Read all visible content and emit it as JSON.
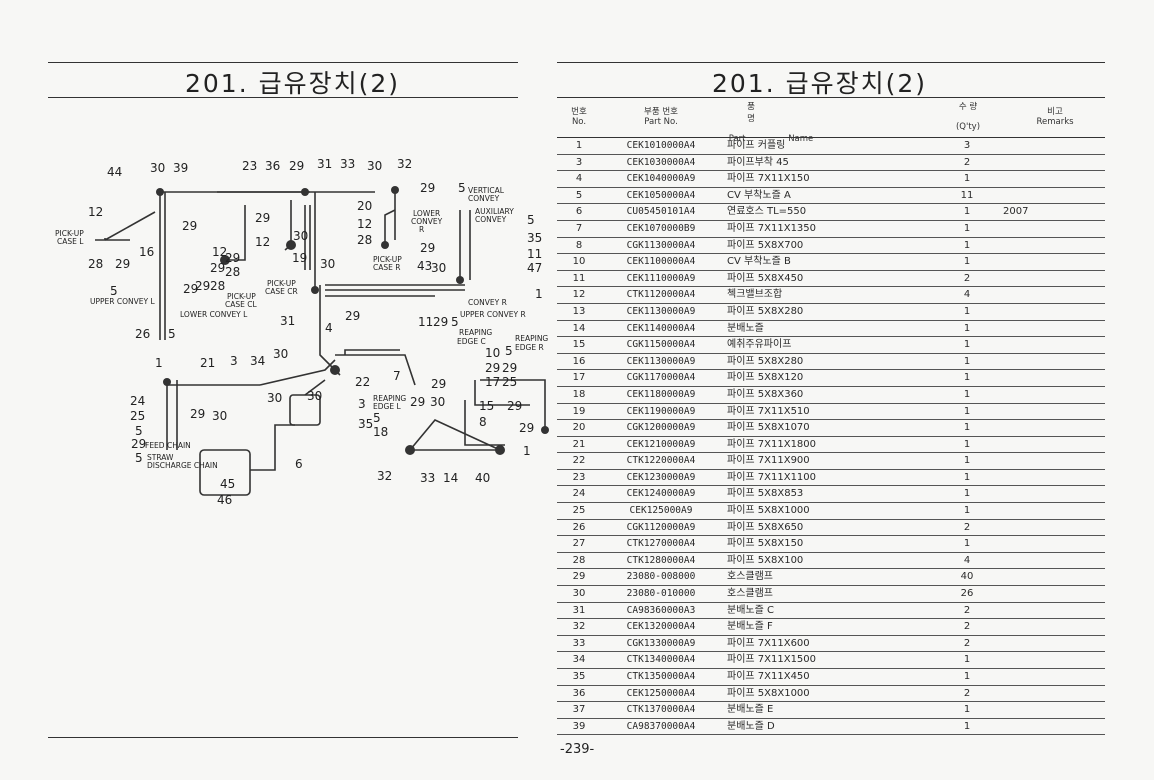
{
  "left_title": "201. 급유장치(2)",
  "right_title": "201. 급유장치(2)",
  "headers": {
    "no_kr": "번호",
    "no_en": "No.",
    "part_kr": "부품 번호",
    "part_en": "Part No.",
    "name_kr": "품 명",
    "name_en": "Part Name",
    "qty_kr": "수 량",
    "qty_en": "(Q'ty)",
    "rem_kr": "비고",
    "rem_en": "Remarks"
  },
  "parts": [
    {
      "no": "1",
      "pn": "CEK1010000A4",
      "name": "파이프 커플링",
      "qty": "3",
      "rem": ""
    },
    {
      "no": "3",
      "pn": "CEK1030000A4",
      "name": "파이프부착 45",
      "qty": "2",
      "rem": ""
    },
    {
      "no": "4",
      "pn": "CEK1040000A9",
      "name": "파이프 7X11X150",
      "qty": "1",
      "rem": ""
    },
    {
      "no": "5",
      "pn": "CEK1050000A4",
      "name": "CV 부착노즐 A",
      "qty": "11",
      "rem": ""
    },
    {
      "no": "6",
      "pn": "CU05450101A4",
      "name": "연료호스 TL=550",
      "qty": "1",
      "rem": "2007"
    },
    {
      "no": "7",
      "pn": "CEK1070000B9",
      "name": "파이프 7X11X1350",
      "qty": "1",
      "rem": ""
    },
    {
      "no": "8",
      "pn": "CGK1130000A4",
      "name": "파이프 5X8X700",
      "qty": "1",
      "rem": ""
    },
    {
      "no": "10",
      "pn": "CEK1100000A4",
      "name": "CV 부착노즐 B",
      "qty": "1",
      "rem": ""
    },
    {
      "no": "11",
      "pn": "CEK1110000A9",
      "name": "파이프 5X8X450",
      "qty": "2",
      "rem": ""
    },
    {
      "no": "12",
      "pn": "CTK1120000A4",
      "name": "첵크밸브조합",
      "qty": "4",
      "rem": ""
    },
    {
      "no": "13",
      "pn": "CEK1130000A9",
      "name": "파이프 5X8X280",
      "qty": "1",
      "rem": ""
    },
    {
      "no": "14",
      "pn": "CEK1140000A4",
      "name": "분배노즐",
      "qty": "1",
      "rem": ""
    },
    {
      "no": "15",
      "pn": "CGK1150000A4",
      "name": "예취주유파이프",
      "qty": "1",
      "rem": ""
    },
    {
      "no": "16",
      "pn": "CEK1130000A9",
      "name": "파이프 5X8X280",
      "qty": "1",
      "rem": ""
    },
    {
      "no": "17",
      "pn": "CGK1170000A4",
      "name": "파이프 5X8X120",
      "qty": "1",
      "rem": ""
    },
    {
      "no": "18",
      "pn": "CEK1180000A9",
      "name": "파이프 5X8X360",
      "qty": "1",
      "rem": ""
    },
    {
      "no": "19",
      "pn": "CEK1190000A9",
      "name": "파이프 7X11X510",
      "qty": "1",
      "rem": ""
    },
    {
      "no": "20",
      "pn": "CGK1200000A9",
      "name": "파이프 5X8X1070",
      "qty": "1",
      "rem": ""
    },
    {
      "no": "21",
      "pn": "CEK1210000A9",
      "name": "파이프 7X11X1800",
      "qty": "1",
      "rem": ""
    },
    {
      "no": "22",
      "pn": "CTK1220000A4",
      "name": "파이프 7X11X900",
      "qty": "1",
      "rem": ""
    },
    {
      "no": "23",
      "pn": "CEK1230000A9",
      "name": "파이프 7X11X1100",
      "qty": "1",
      "rem": ""
    },
    {
      "no": "24",
      "pn": "CEK1240000A9",
      "name": "파이프 5X8X853",
      "qty": "1",
      "rem": ""
    },
    {
      "no": "25",
      "pn": "CEK125000A9",
      "name": "파이프 5X8X1000",
      "qty": "1",
      "rem": ""
    },
    {
      "no": "26",
      "pn": "CGK1120000A9",
      "name": "파이프 5X8X650",
      "qty": "2",
      "rem": ""
    },
    {
      "no": "27",
      "pn": "CTK1270000A4",
      "name": "파이프 5X8X150",
      "qty": "1",
      "rem": ""
    },
    {
      "no": "28",
      "pn": "CTK1280000A4",
      "name": "파이프 5X8X100",
      "qty": "4",
      "rem": ""
    },
    {
      "no": "29",
      "pn": "23080-008000",
      "name": "호스클램프",
      "qty": "40",
      "rem": ""
    },
    {
      "no": "30",
      "pn": "23080-010000",
      "name": "호스클램프",
      "qty": "26",
      "rem": ""
    },
    {
      "no": "31",
      "pn": "CA98360000A3",
      "name": "분배노즐 C",
      "qty": "2",
      "rem": ""
    },
    {
      "no": "32",
      "pn": "CEK1320000A4",
      "name": "분배노즐 F",
      "qty": "2",
      "rem": ""
    },
    {
      "no": "33",
      "pn": "CGK1330000A9",
      "name": "파이프 7X11X600",
      "qty": "2",
      "rem": ""
    },
    {
      "no": "34",
      "pn": "CTK1340000A4",
      "name": "파이프 7X11X1500",
      "qty": "1",
      "rem": ""
    },
    {
      "no": "35",
      "pn": "CTK1350000A4",
      "name": "파이프 7X11X450",
      "qty": "1",
      "rem": ""
    },
    {
      "no": "36",
      "pn": "CEK1250000A4",
      "name": "파이프 5X8X1000",
      "qty": "2",
      "rem": ""
    },
    {
      "no": "37",
      "pn": "CTK1370000A4",
      "name": "분배노즐 E",
      "qty": "1",
      "rem": ""
    },
    {
      "no": "39",
      "pn": "CA98370000A4",
      "name": "분배노즐 D",
      "qty": "1",
      "rem": ""
    }
  ],
  "diagram_labels": {
    "pickup_l": "PICK-UP",
    "case_l": "CASE L",
    "upper_convey_l": "UPPER CONVEY L",
    "lower_convey_l": "LOWER CONVEY L",
    "pickup_cl": "PICK-UP",
    "case_cl": "CASE CL",
    "pickup_cr": "PICK-UP",
    "case_cr": "CASE CR",
    "lower_convey_r1": "LOWER",
    "lower_convey_r2": "CONVEY",
    "lower_convey_r3": "R",
    "pickup_r": "PICK-UP",
    "case_r": "CASE R",
    "vertical1": "VERTICAL",
    "vertical2": "CONVEY",
    "aux1": "AUXILIARY",
    "aux2": "CONVEY",
    "convey_r": "CONVEY R",
    "upper_convey_r": "UPPER CONVEY R",
    "reaping_c1": "REAPING",
    "reaping_c2": "EDGE C",
    "reaping_r1": "REAPING",
    "reaping_r2": "EDGE R",
    "reaping_l1": "REAPING",
    "reaping_l2": "EDGE L",
    "feed_chain": "FEED CHAIN",
    "straw1": "STRAW",
    "straw2": "DISCHARGE CHAIN"
  },
  "page_number": "-239-"
}
